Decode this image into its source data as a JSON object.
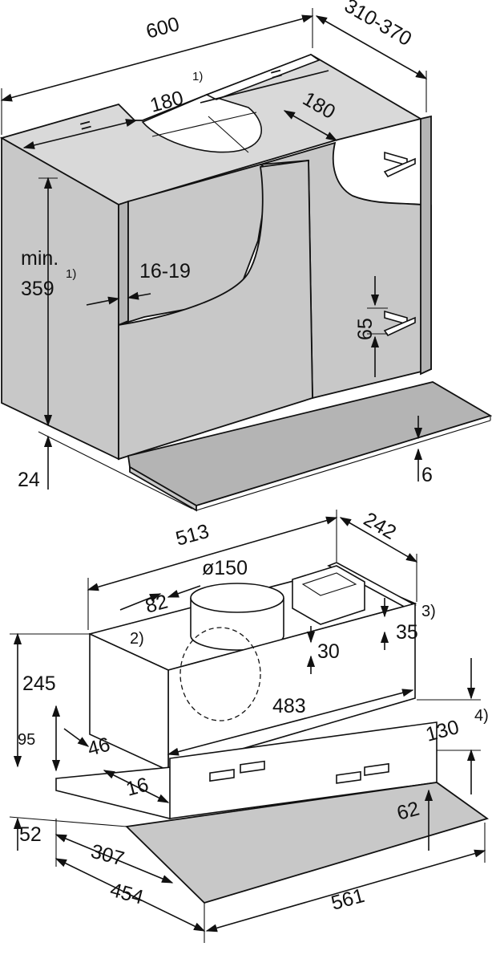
{
  "top_view": {
    "width": "600",
    "depth": "310-370",
    "cutout_width": "180",
    "cutout_depth": "180",
    "note_1": "1)",
    "equal_left": "=",
    "equal_right": "=",
    "height_min_label": "min.",
    "height_min_value": "359",
    "height_note": "1)",
    "side_thickness": "16-19",
    "bracket_gap": "65",
    "bottom_offset": "24",
    "panel_gap": "6"
  },
  "bottom_view": {
    "width": "513",
    "depth": "242",
    "duct_diameter": "ø150",
    "duct_offset": "82",
    "note_2": "2)",
    "note_3": "3)",
    "note_4": "4)",
    "flange_height": "35",
    "flange_offset": "30",
    "height": "245",
    "inner_width": "483",
    "front_height": "130",
    "side_offset": "95",
    "side_depth": "46",
    "front_offset": "16",
    "panel_height": "62",
    "base_height": "52",
    "base_depth": "307",
    "total_depth": "454",
    "total_width": "561"
  }
}
